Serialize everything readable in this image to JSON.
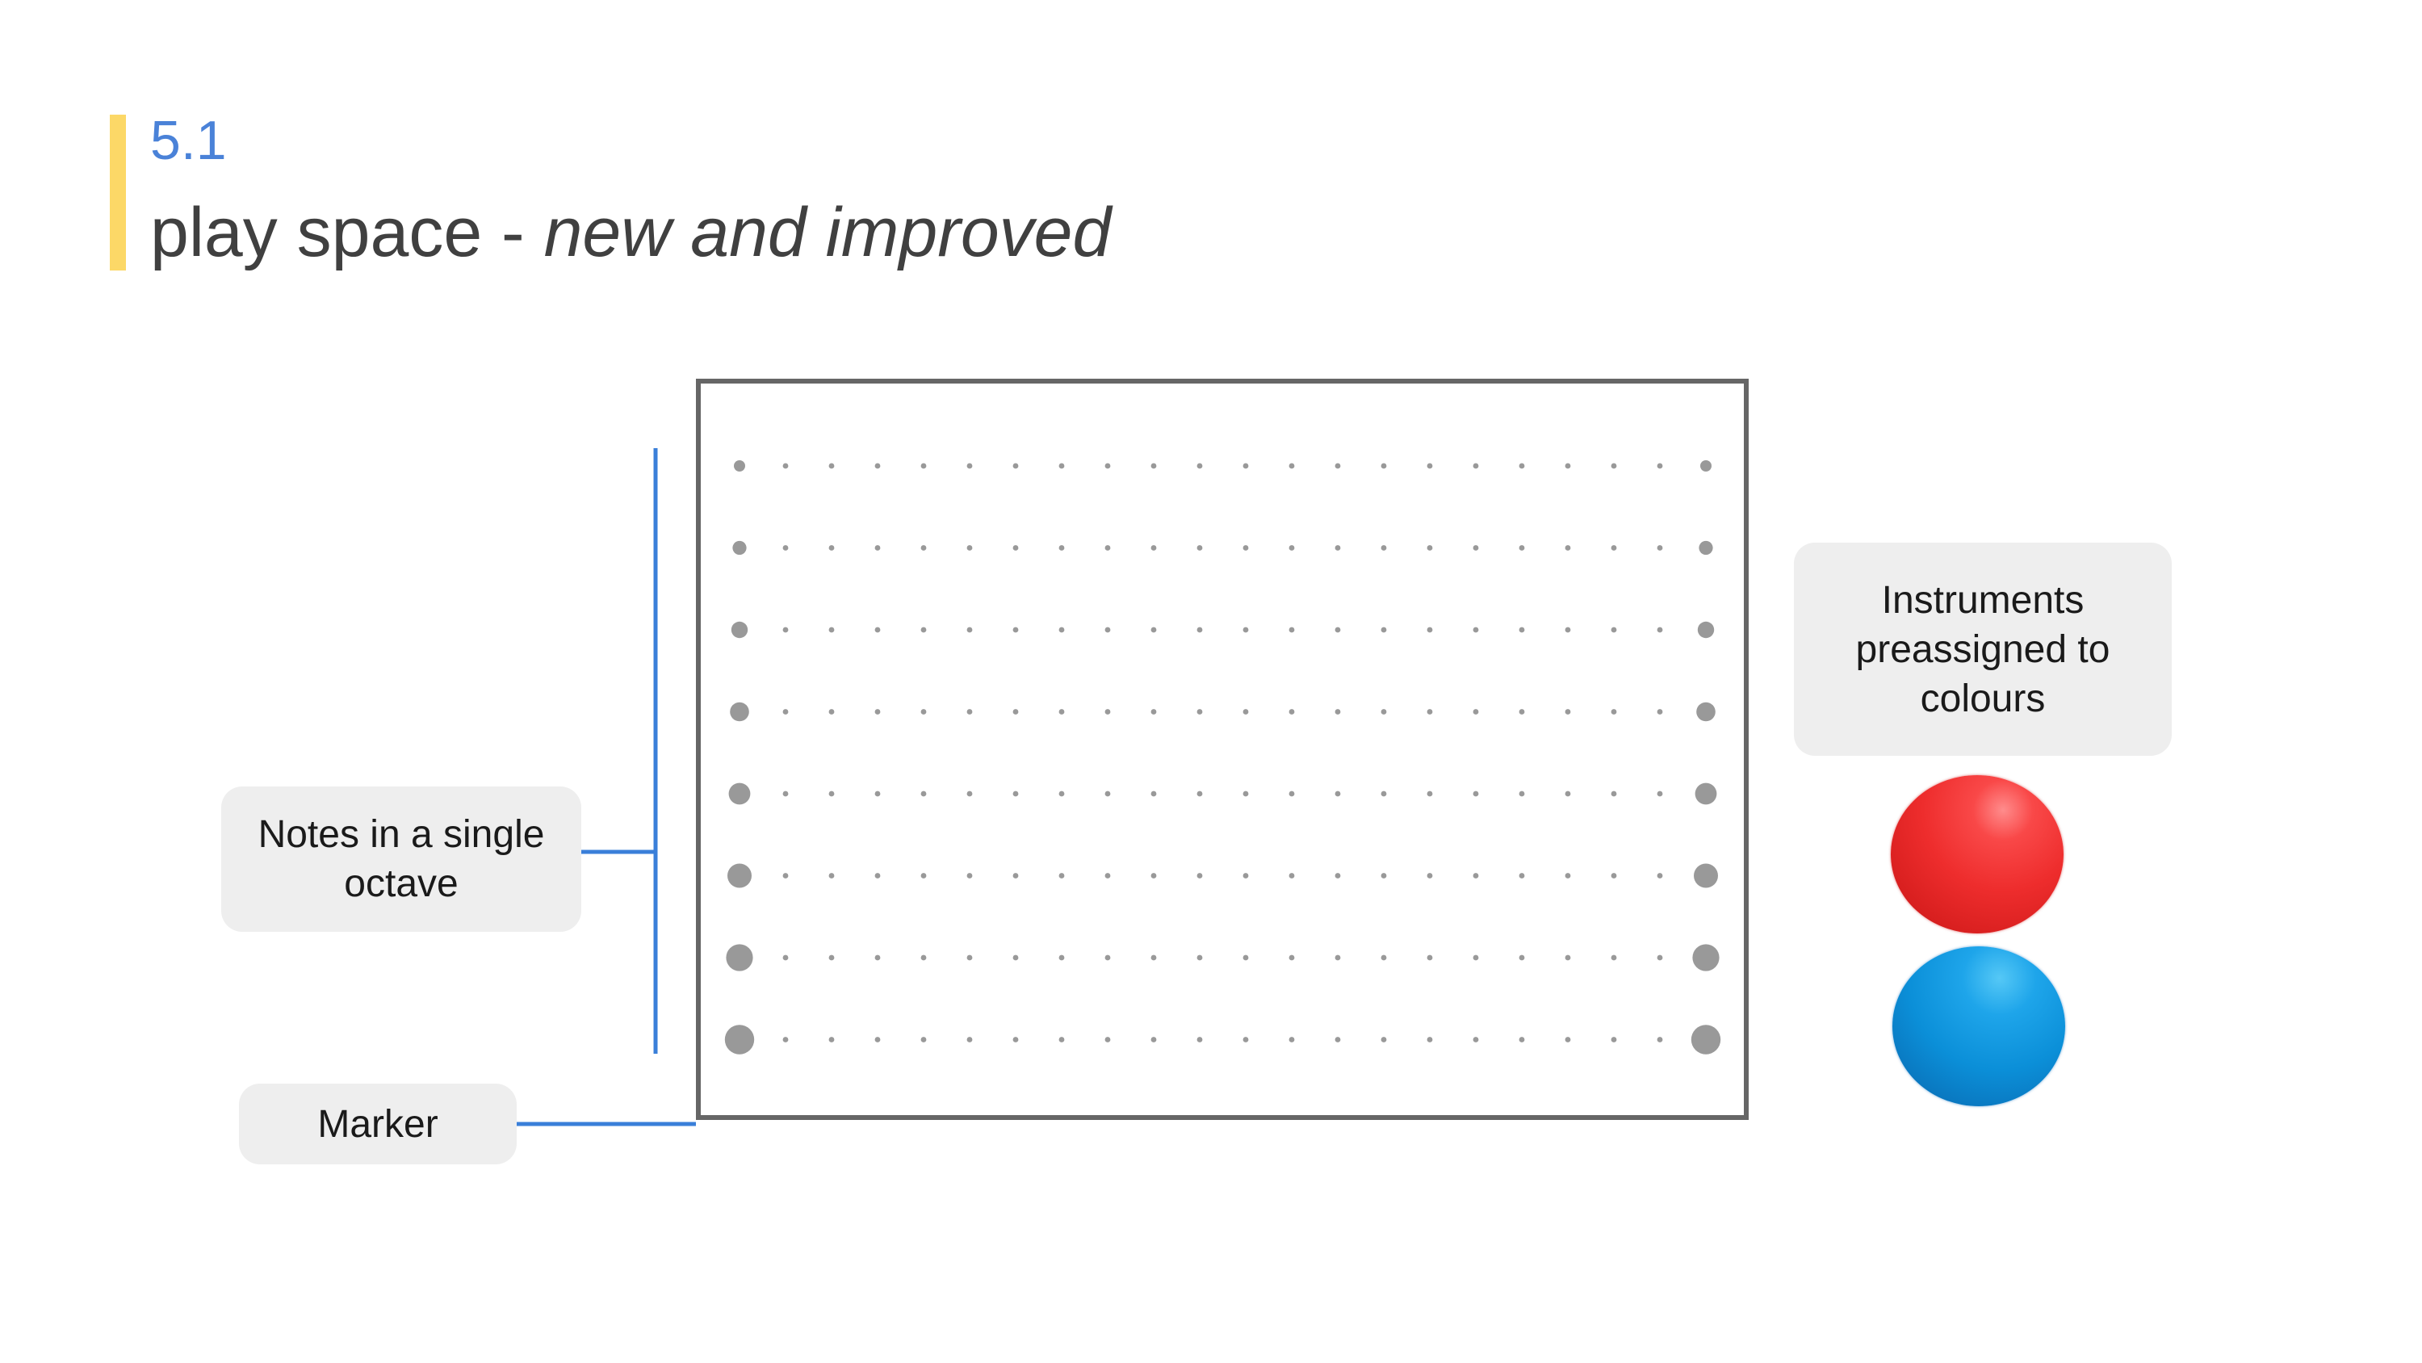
{
  "header": {
    "section_number": "5.1",
    "title_plain": "play space - ",
    "title_italic": "new and improved"
  },
  "board": {
    "rows": 8,
    "columns": 22
  },
  "callouts": {
    "notes": "Notes in a single octave",
    "marker": "Marker",
    "instruments": "Instruments preassigned to colours"
  },
  "balls": [
    {
      "name": "red",
      "color": "#ee2d2d"
    },
    {
      "name": "blue",
      "color": "#0b8fd8"
    }
  ],
  "colors": {
    "accent_yellow": "#fcd867",
    "section_blue": "#4a82d8",
    "connector_blue": "#3a7fd9",
    "dot_gray": "#999999",
    "board_border": "#666666"
  }
}
